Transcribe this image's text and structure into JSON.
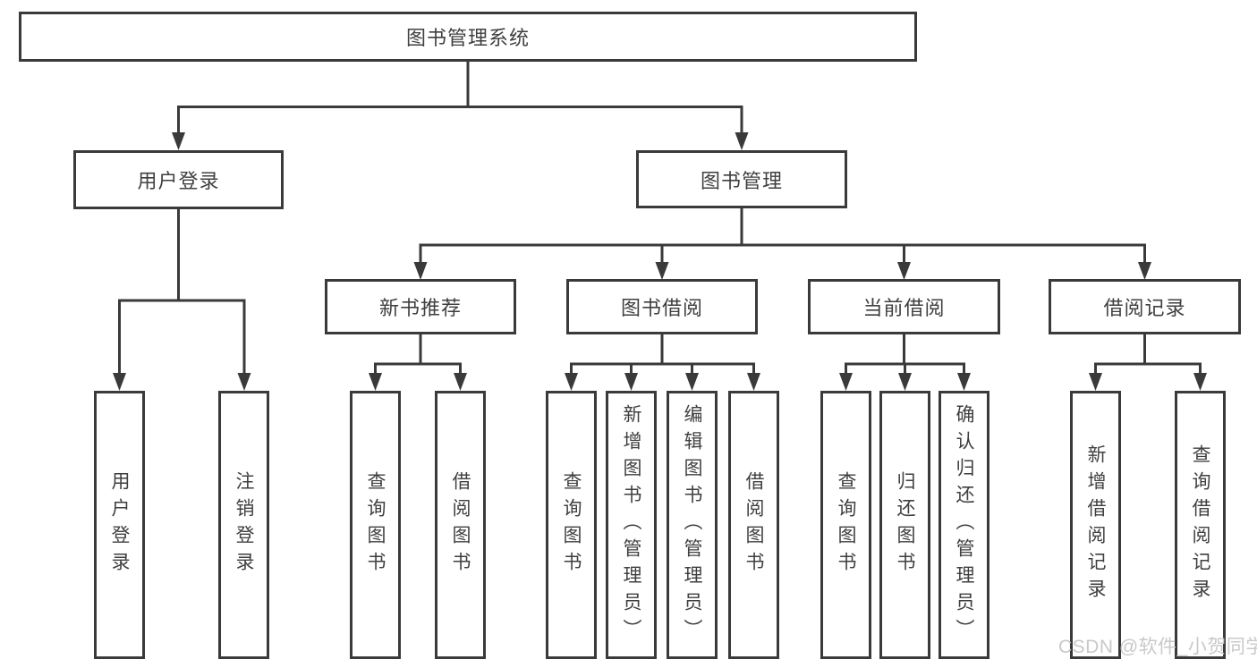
{
  "diagram": {
    "root": {
      "label": "图书管理系统"
    },
    "branches": [
      {
        "label": "用户登录",
        "leaves": [
          "用户登录",
          "注销登录"
        ]
      },
      {
        "label": "图书管理",
        "children": [
          {
            "label": "新书推荐",
            "leaves": [
              "查询图书",
              "借阅图书"
            ]
          },
          {
            "label": "图书借阅",
            "leaves": [
              "查询图书",
              "新增图书（管理员）",
              "编辑图书（管理员）",
              "借阅图书"
            ]
          },
          {
            "label": "当前借阅",
            "leaves": [
              "查询图书",
              "归还图书",
              "确认归还（管理员）"
            ]
          },
          {
            "label": "借阅记录",
            "leaves": [
              "新增借阅记录",
              "查询借阅记录"
            ]
          }
        ]
      }
    ],
    "watermark": "CSDN @软件_小贺同学",
    "colors": {
      "line": "#3a3a3a",
      "border": "#3a3a3a",
      "text": "#3f3f3f",
      "watermark": "#c9c9c9",
      "background": "#ffffff"
    }
  }
}
